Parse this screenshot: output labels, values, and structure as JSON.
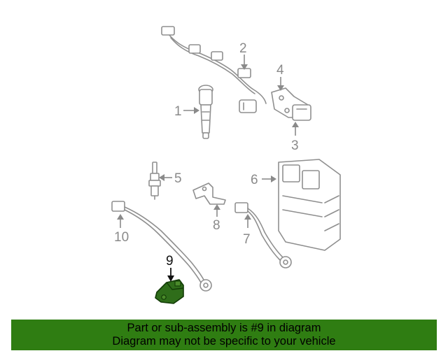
{
  "callouts": {
    "c1": "1",
    "c2": "2",
    "c3": "3",
    "c4": "4",
    "c5": "5",
    "c6": "6",
    "c7": "7",
    "c8": "8",
    "c9": "9",
    "c10": "10"
  },
  "banner": {
    "line1": "Part or sub-assembly is #9 in diagram",
    "line2": "Diagram may not be specific to your vehicle"
  },
  "colors": {
    "highlight_part": "#2f6d1a",
    "banner_bg": "#2f7d12",
    "line_art": "#8f8f8f"
  }
}
